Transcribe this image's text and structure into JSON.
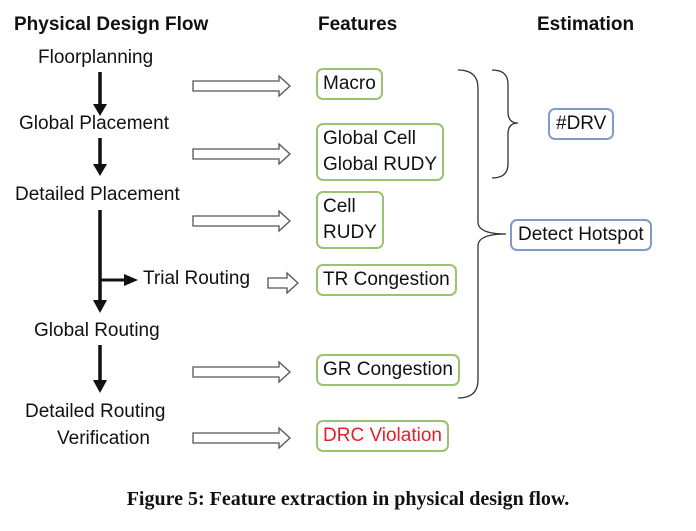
{
  "headers": {
    "flow": "Physical Design Flow",
    "features": "Features",
    "estimation": "Estimation"
  },
  "steps": {
    "floorplanning": "Floorplanning",
    "global_placement": "Global Placement",
    "detailed_placement": "Detailed Placement",
    "trial_routing": "Trial Routing",
    "global_routing": "Global Routing",
    "detailed_routing_line1": "Detailed Routing",
    "detailed_routing_line2": "Verification"
  },
  "features": {
    "macro": "Macro",
    "global_cell": "Global Cell",
    "global_rudy": "Global RUDY",
    "cell": "Cell",
    "rudy": "RUDY",
    "tr_congestion": "TR Congestion",
    "gr_congestion": "GR Congestion",
    "drc_violation": "DRC Violation"
  },
  "estimation": {
    "drv": "#DRV",
    "detect_hotspot": "Detect Hotspot"
  },
  "caption": "Figure 5: Feature extraction in physical design flow.",
  "colors": {
    "feature_border": "#9bc36f",
    "estimation_border": "#7f9cc8",
    "violation_text": "#e0202a"
  }
}
